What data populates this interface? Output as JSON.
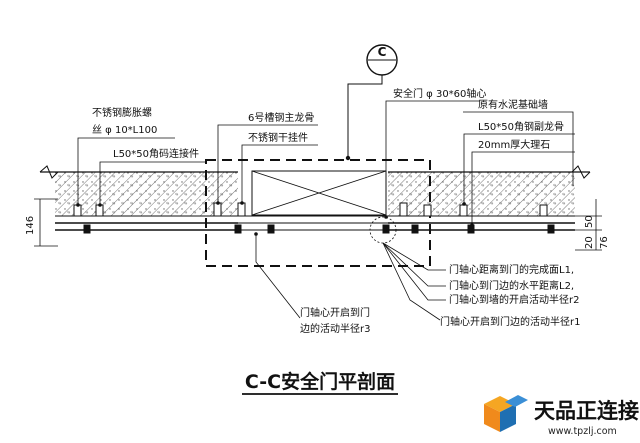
{
  "section_marker": "C",
  "labels": {
    "bolt_line1": "不锈钢膨胀螺",
    "bolt_line2": "丝 φ 10*L100",
    "angle_connector": "L50*50角码连接件",
    "channel_main": "6号槽钢主龙骨",
    "ss_column": "不锈钢干挂件",
    "door_axle": "安全门 φ 30*60轴心",
    "existing_wall": "原有水泥基础墙",
    "angle_keel": "L50*50角钢副龙骨",
    "marble": "20mm厚大理石",
    "dim_left": "146",
    "dim_right_a": "20",
    "dim_right_b": "50",
    "dim_right_c": "76",
    "l1": "门轴心距离到门的完成面L1,",
    "l2": "门轴心到门边的水平距离L2,",
    "r2": "门轴心到墙的开启活动半径r2",
    "r3_line1": "门轴心开启到门",
    "r3_line2": "边的活动半径r3",
    "r1": "门轴心开启到门边的活动半径r1"
  },
  "title": "C-C安全门平剖面",
  "brand": {
    "name": "天品正连接",
    "url": "www.tpzlj.com"
  },
  "colors": {
    "line": "#111111",
    "hatch": "#555555",
    "logo_orange": "#f08a1c",
    "logo_blue": "#1f6fb2"
  }
}
